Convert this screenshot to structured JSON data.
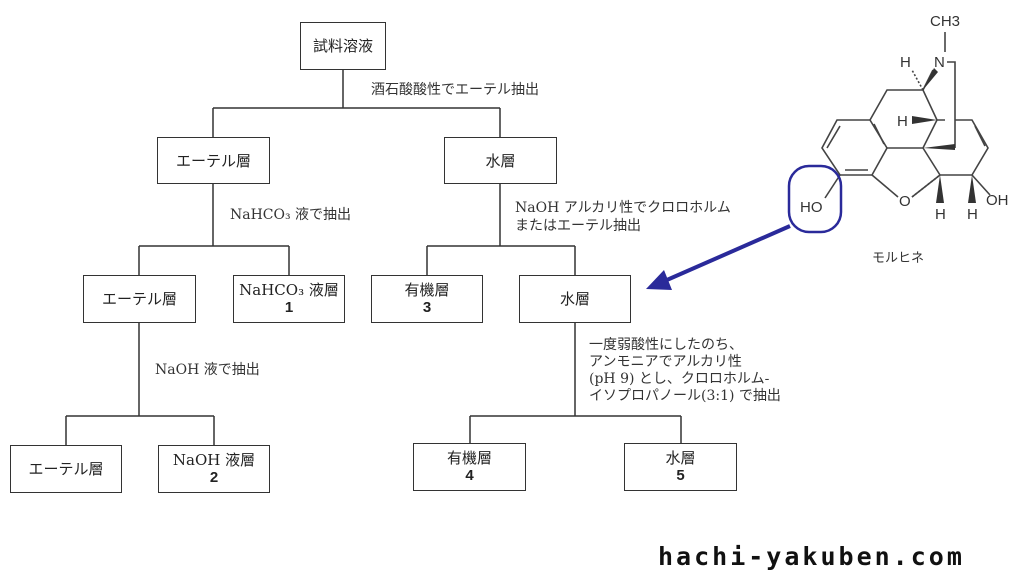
{
  "boxes": {
    "sample": {
      "label": "試料溶液"
    },
    "ether1": {
      "label": "エーテル層"
    },
    "water1": {
      "label": "水層"
    },
    "ether2": {
      "label": "エーテル層"
    },
    "nahco3": {
      "label": "NaHCO₃ 液層",
      "number": "1"
    },
    "organic3": {
      "label": "有機層",
      "number": "3"
    },
    "water2": {
      "label": "水層"
    },
    "ether3": {
      "label": "エーテル層"
    },
    "naoh": {
      "label": "NaOH 液層",
      "number": "2"
    },
    "organic4": {
      "label": "有機層",
      "number": "4"
    },
    "water5": {
      "label": "水層",
      "number": "5"
    }
  },
  "steps": {
    "s1": "酒石酸酸性でエーテル抽出",
    "s2": "NaHCO₃ 液で抽出",
    "s3a": "NaOH アルカリ性でクロロホルム",
    "s3b": "またはエーテル抽出",
    "s4": "NaOH 液で抽出",
    "s5a": "一度弱酸性にしたのち、",
    "s5b": "アンモニアでアルカリ性",
    "s5c": "(pH 9) とし、クロロホルム-",
    "s5d": "イソプロパノール(3:1) で抽出"
  },
  "molecule": {
    "name": "モルヒネ",
    "ch3": "CH3",
    "n": "N",
    "h": "H",
    "o": "O",
    "oh": "OH",
    "ho": "HO"
  },
  "colors": {
    "accent": "#2a2a9a"
  },
  "watermark": "hachi-yakuben.com"
}
